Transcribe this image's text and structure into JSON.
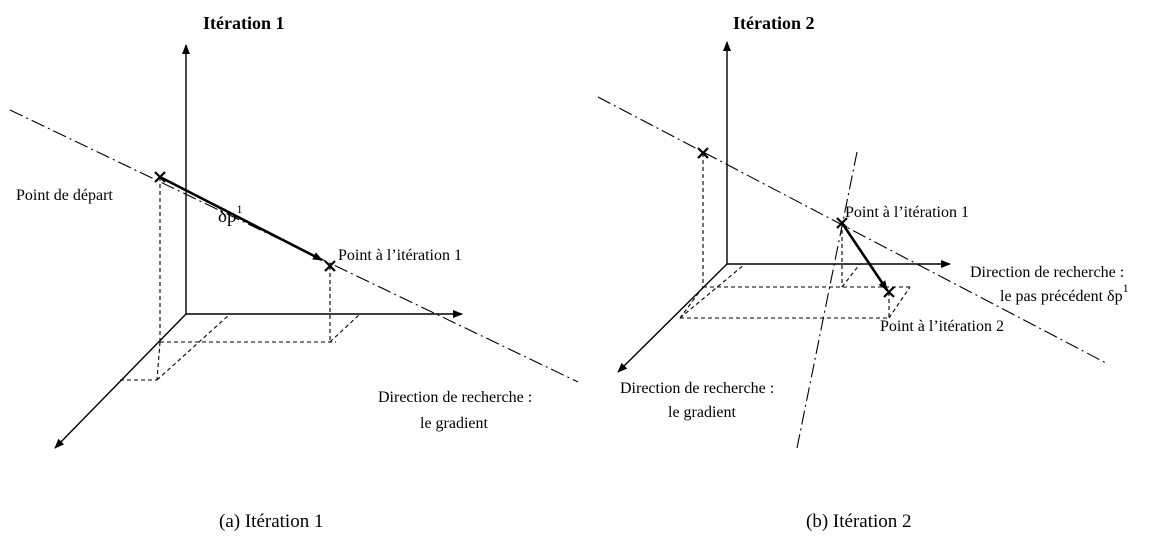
{
  "panel_a": {
    "title": "Itération 1",
    "caption": "(a) Itération 1",
    "labels": {
      "start_point": "Point de départ",
      "step_symbol": "δp",
      "step_sup": "1",
      "iter1_point": "Point à l’itération 1",
      "direction_line1": "Direction de recherche :",
      "direction_line2": "le gradient"
    }
  },
  "panel_b": {
    "title": "Itération 2",
    "caption": "(b) Itération 2",
    "labels": {
      "iter1_point": "Point à l’itération 1",
      "prev_dir_line1": "Direction de recherche :",
      "prev_dir_line2": "le pas précédent δp",
      "prev_dir_sup": "1",
      "iter2_point": "Point à l’itération 2",
      "grad_dir_line1": "Direction de recherche :",
      "grad_dir_line2": "le gradient"
    }
  }
}
